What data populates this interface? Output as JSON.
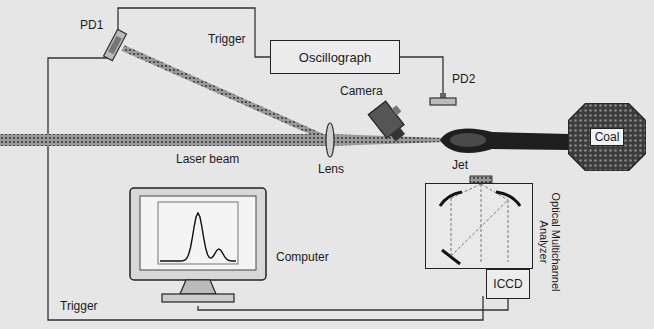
{
  "diagram": {
    "nodes": [
      {
        "text": [
          "Oscillograph"
        ]
      },
      {
        "text": [
          "Coal"
        ]
      },
      {
        "text": [
          "Optical Multichannel Analyzer"
        ]
      },
      {
        "text": [
          "ICCD"
        ]
      },
      {
        "text": [
          "Computer"
        ]
      }
    ],
    "edges": [
      {
        "from": 3,
        "to": 4,
        "arrow": "none"
      }
    ],
    "labels": [
      "PD1",
      "Trigger",
      "Camera",
      "PD2",
      "Laser beam",
      "Lens",
      "Jet",
      "Trigger"
    ]
  }
}
